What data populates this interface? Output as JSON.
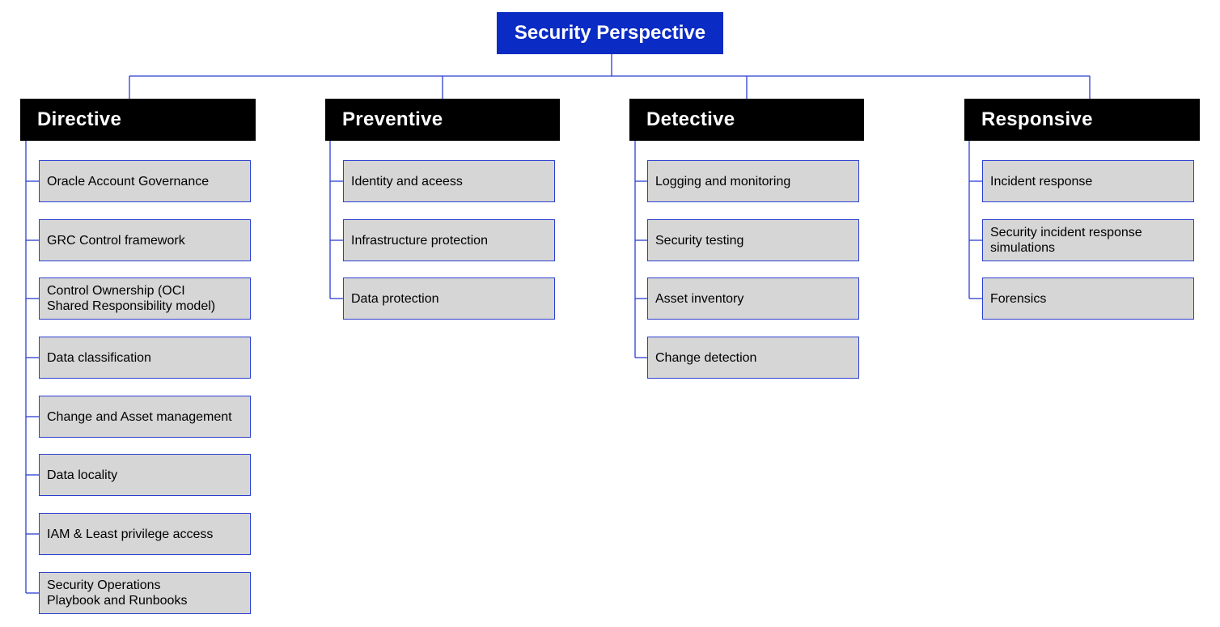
{
  "root": {
    "label": "Security Perspective"
  },
  "colors": {
    "root_fill": "#0a2bc4",
    "category_fill": "#000000",
    "item_fill": "#d6d6d6",
    "line": "#2b3fd0"
  },
  "categories": [
    {
      "label": "Directive",
      "items": [
        "Oracle Account Governance",
        "GRC Control framework",
        "Control Ownership (OCI\nShared Responsibility model)",
        "Data classification",
        "Change and Asset management",
        "Data locality",
        "IAM & Least privilege access",
        "Security Operations\nPlaybook and Runbooks"
      ]
    },
    {
      "label": "Preventive",
      "items": [
        "Identity and aceess",
        "Infrastructure protection",
        "Data protection"
      ]
    },
    {
      "label": "Detective",
      "items": [
        "Logging and monitoring",
        "Security testing",
        "Asset inventory",
        "Change detection"
      ]
    },
    {
      "label": "Responsive",
      "items": [
        "Incident response",
        "Security incident response\nsimulations",
        "Forensics"
      ]
    }
  ]
}
